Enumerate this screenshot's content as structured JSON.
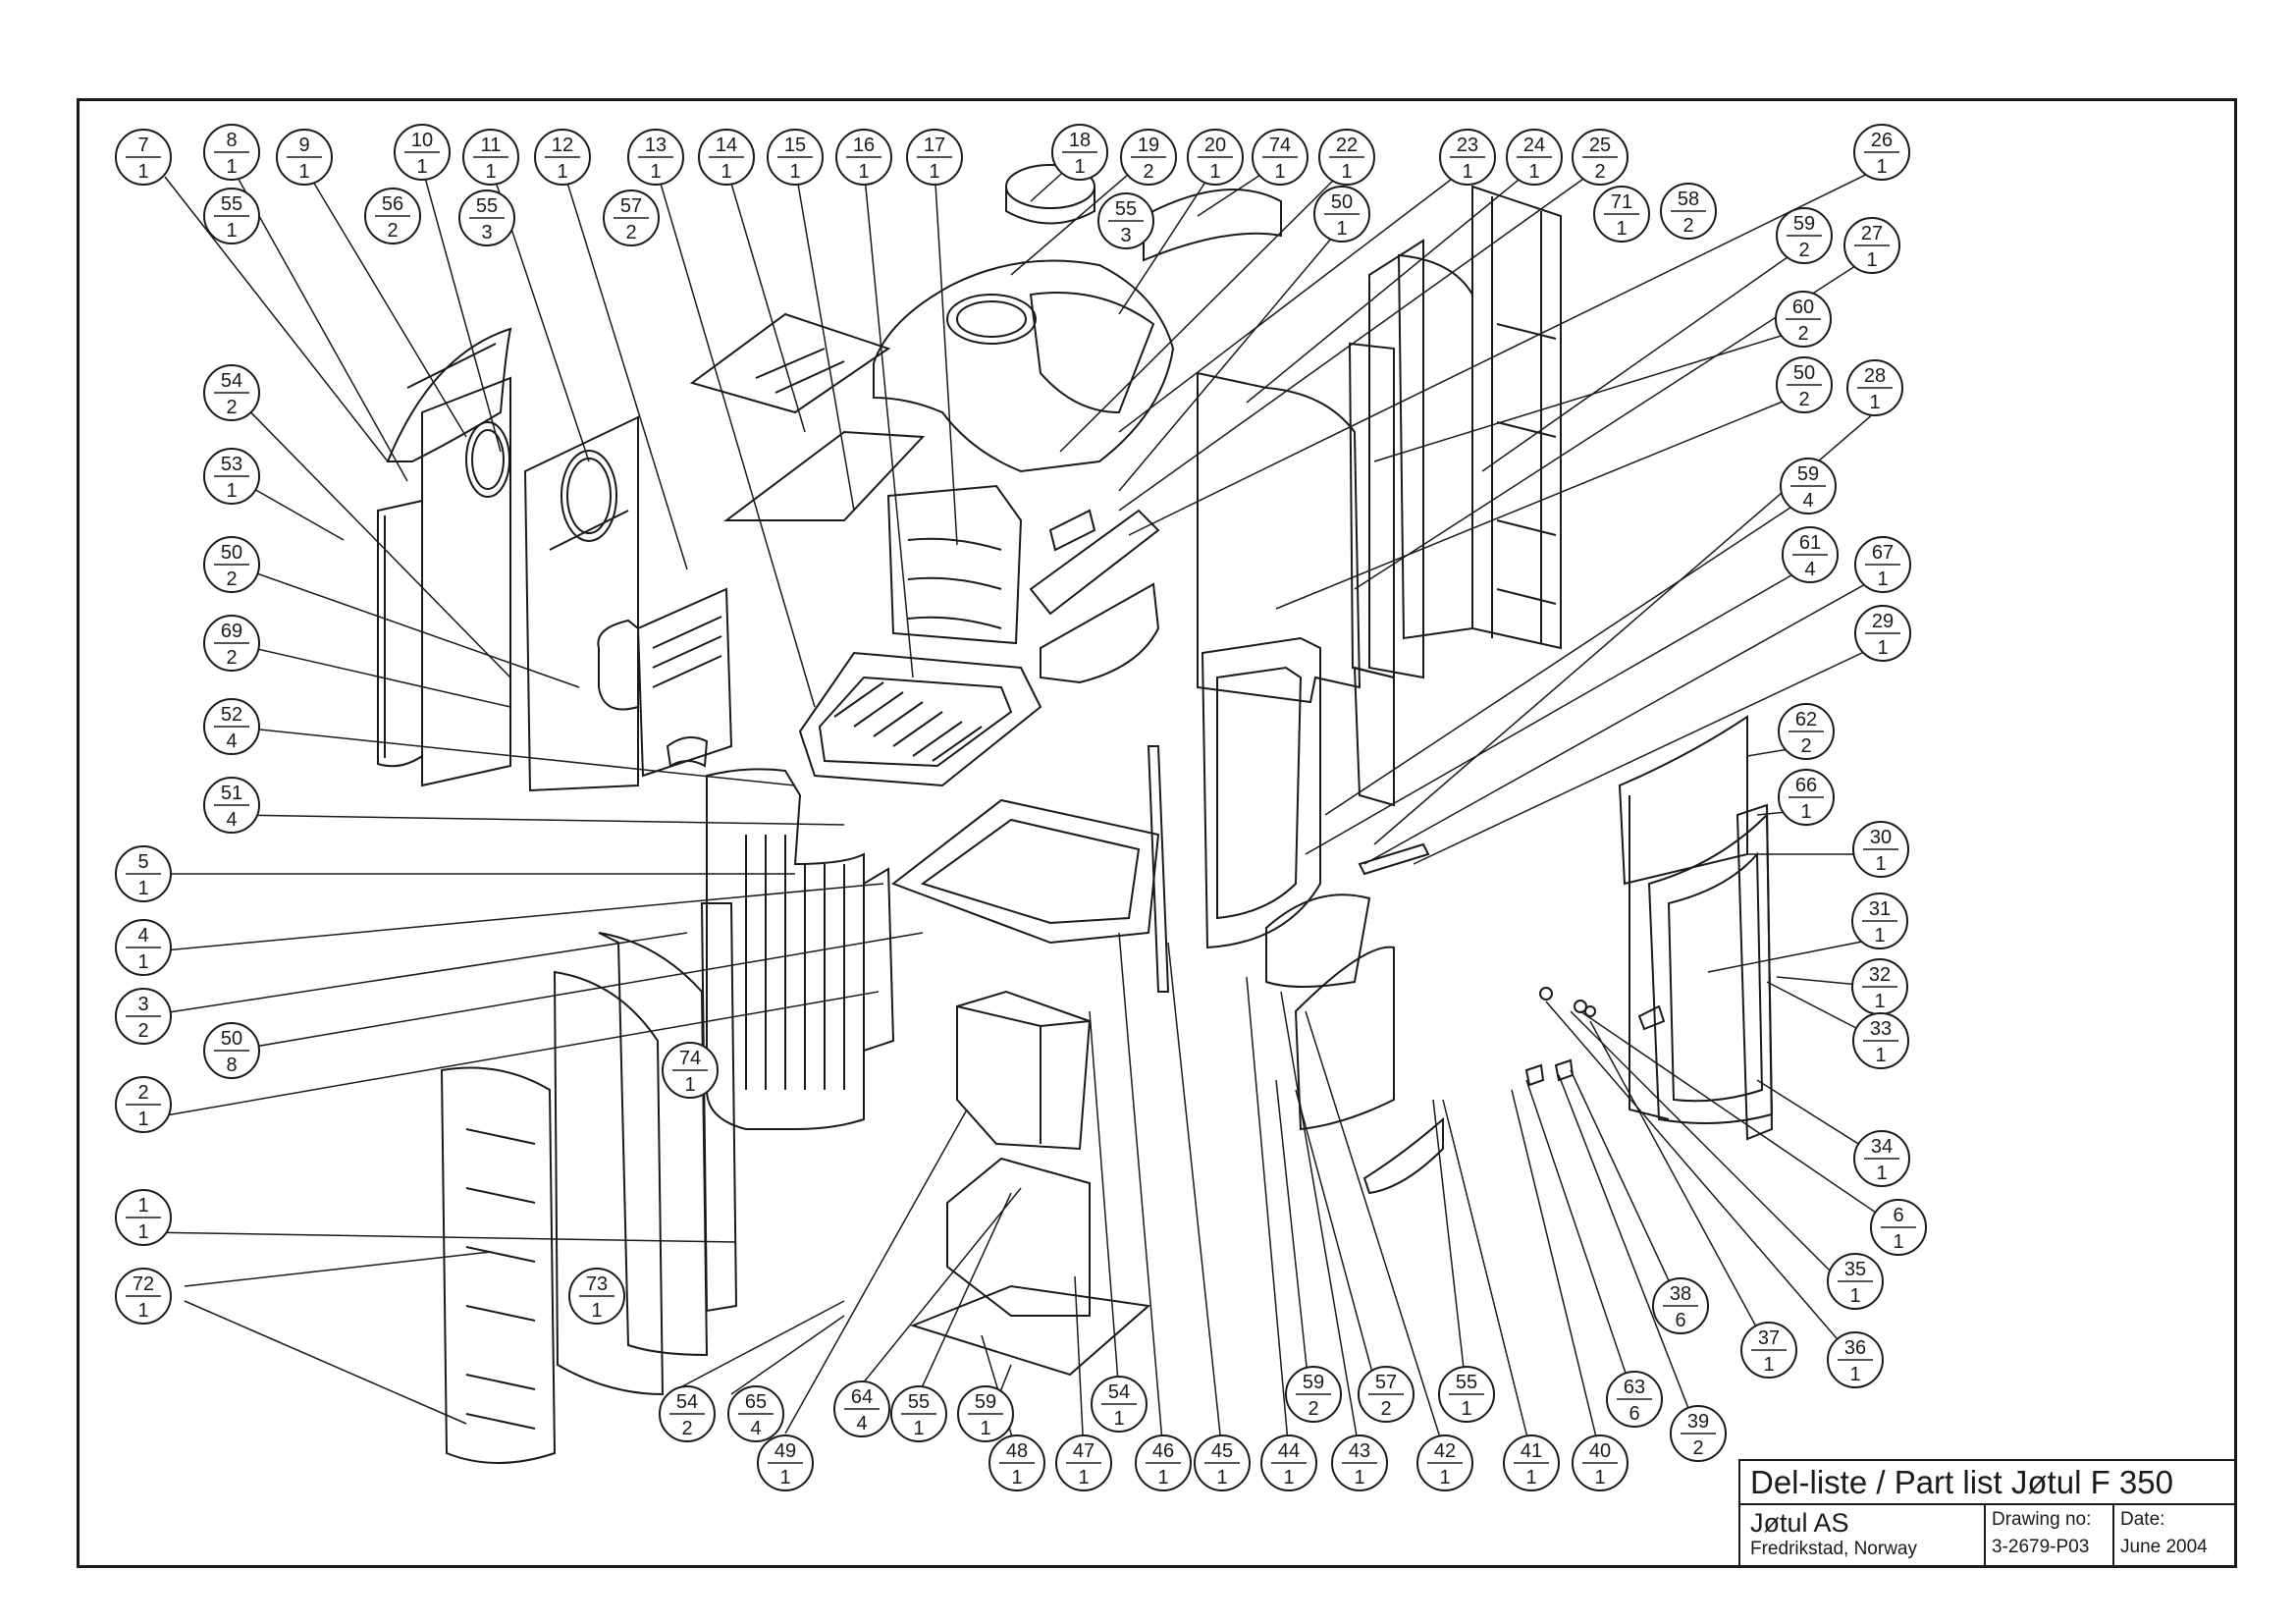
{
  "title_block": {
    "title": "Del-liste / Part list Jøtul F 350",
    "company": "Jøtul AS",
    "location": "Fredrikstad, Norway",
    "drawing_no_label": "Drawing no:",
    "drawing_no": "3-2679-P03",
    "date_label": "Date:",
    "date": "June 2004"
  },
  "balloons": [
    {
      "num": "7",
      "qty": "1"
    },
    {
      "num": "8",
      "qty": "1"
    },
    {
      "num": "9",
      "qty": "1"
    },
    {
      "num": "10",
      "qty": "1"
    },
    {
      "num": "11",
      "qty": "1"
    },
    {
      "num": "12",
      "qty": "1"
    },
    {
      "num": "13",
      "qty": "1"
    },
    {
      "num": "14",
      "qty": "1"
    },
    {
      "num": "15",
      "qty": "1"
    },
    {
      "num": "16",
      "qty": "1"
    },
    {
      "num": "17",
      "qty": "1"
    },
    {
      "num": "18",
      "qty": "1"
    },
    {
      "num": "19",
      "qty": "2"
    },
    {
      "num": "20",
      "qty": "1"
    },
    {
      "num": "74",
      "qty": "1"
    },
    {
      "num": "22",
      "qty": "1"
    },
    {
      "num": "23",
      "qty": "1"
    },
    {
      "num": "24",
      "qty": "1"
    },
    {
      "num": "25",
      "qty": "2"
    },
    {
      "num": "26",
      "qty": "1"
    },
    {
      "num": "55",
      "qty": "1"
    },
    {
      "num": "56",
      "qty": "2"
    },
    {
      "num": "55",
      "qty": "3"
    },
    {
      "num": "57",
      "qty": "2"
    },
    {
      "num": "55",
      "qty": "3"
    },
    {
      "num": "50",
      "qty": "1"
    },
    {
      "num": "71",
      "qty": "1"
    },
    {
      "num": "58",
      "qty": "2"
    },
    {
      "num": "59",
      "qty": "2"
    },
    {
      "num": "27",
      "qty": "1"
    },
    {
      "num": "60",
      "qty": "2"
    },
    {
      "num": "50",
      "qty": "2"
    },
    {
      "num": "28",
      "qty": "1"
    },
    {
      "num": "54",
      "qty": "2"
    },
    {
      "num": "53",
      "qty": "1"
    },
    {
      "num": "50",
      "qty": "2"
    },
    {
      "num": "69",
      "qty": "2"
    },
    {
      "num": "52",
      "qty": "4"
    },
    {
      "num": "51",
      "qty": "4"
    },
    {
      "num": "59",
      "qty": "4"
    },
    {
      "num": "61",
      "qty": "4"
    },
    {
      "num": "67",
      "qty": "1"
    },
    {
      "num": "29",
      "qty": "1"
    },
    {
      "num": "62",
      "qty": "2"
    },
    {
      "num": "66",
      "qty": "1"
    },
    {
      "num": "30",
      "qty": "1"
    },
    {
      "num": "31",
      "qty": "1"
    },
    {
      "num": "32",
      "qty": "1"
    },
    {
      "num": "33",
      "qty": "1"
    },
    {
      "num": "34",
      "qty": "1"
    },
    {
      "num": "5",
      "qty": "1"
    },
    {
      "num": "4",
      "qty": "1"
    },
    {
      "num": "3",
      "qty": "2"
    },
    {
      "num": "50",
      "qty": "8"
    },
    {
      "num": "2",
      "qty": "1"
    },
    {
      "num": "74",
      "qty": "1"
    },
    {
      "num": "1",
      "qty": "1"
    },
    {
      "num": "72",
      "qty": "1"
    },
    {
      "num": "73",
      "qty": "1"
    },
    {
      "num": "6",
      "qty": "1"
    },
    {
      "num": "35",
      "qty": "1"
    },
    {
      "num": "36",
      "qty": "1"
    },
    {
      "num": "38",
      "qty": "6"
    },
    {
      "num": "37",
      "qty": "1"
    },
    {
      "num": "39",
      "qty": "2"
    },
    {
      "num": "63",
      "qty": "6"
    },
    {
      "num": "54",
      "qty": "2"
    },
    {
      "num": "65",
      "qty": "4"
    },
    {
      "num": "64",
      "qty": "4"
    },
    {
      "num": "55",
      "qty": "1"
    },
    {
      "num": "59",
      "qty": "1"
    },
    {
      "num": "54",
      "qty": "1"
    },
    {
      "num": "59",
      "qty": "2"
    },
    {
      "num": "57",
      "qty": "2"
    },
    {
      "num": "55",
      "qty": "1"
    },
    {
      "num": "49",
      "qty": "1"
    },
    {
      "num": "48",
      "qty": "1"
    },
    {
      "num": "47",
      "qty": "1"
    },
    {
      "num": "46",
      "qty": "1"
    },
    {
      "num": "45",
      "qty": "1"
    },
    {
      "num": "44",
      "qty": "1"
    },
    {
      "num": "43",
      "qty": "1"
    },
    {
      "num": "42",
      "qty": "1"
    },
    {
      "num": "41",
      "qty": "1"
    },
    {
      "num": "40",
      "qty": "1"
    }
  ]
}
